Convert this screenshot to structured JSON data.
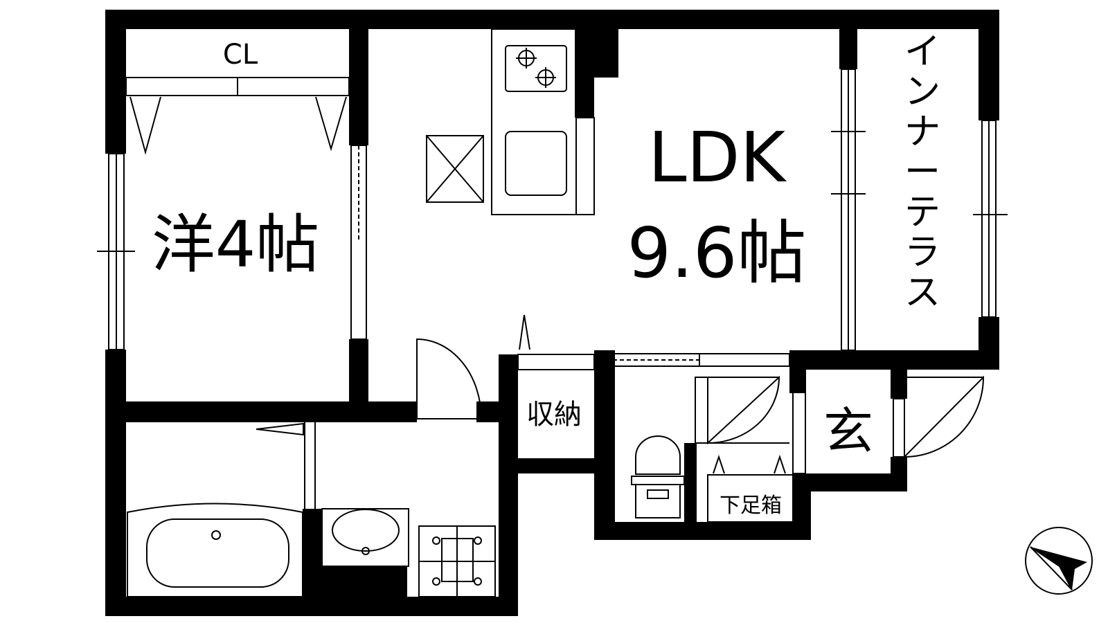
{
  "rooms": {
    "western": {
      "name": "洋4帖"
    },
    "closet": {
      "name": "CL"
    },
    "ldk": {
      "name": "LDK",
      "size": "9.6帖"
    },
    "inner_terrace": {
      "name": "インナーテラス"
    },
    "storage": {
      "name": "収納"
    },
    "entrance": {
      "name": "玄"
    },
    "shoe_box": {
      "name": "下足箱"
    }
  },
  "compass": {
    "icon": "north-arrow-icon"
  },
  "colors": {
    "wall": "#000000",
    "background": "#ffffff"
  }
}
